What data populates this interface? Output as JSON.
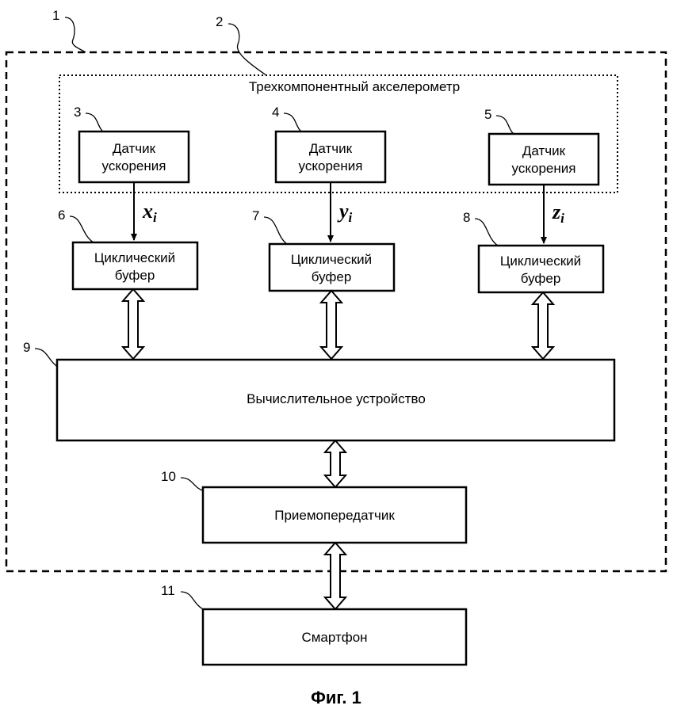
{
  "ref_numbers": {
    "r1": "1",
    "r2": "2",
    "r3": "3",
    "r4": "4",
    "r5": "5",
    "r6": "6",
    "r7": "7",
    "r8": "8",
    "r9": "9",
    "r10": "10",
    "r11": "11"
  },
  "accelerometer": {
    "title": "Трехкомпонентный акселерометр"
  },
  "sensors": [
    {
      "line1": "Датчик",
      "line2": "ускорения"
    },
    {
      "line1": "Датчик",
      "line2": "ускорения"
    },
    {
      "line1": "Датчик",
      "line2": "ускорения"
    }
  ],
  "signals": [
    {
      "base": "x",
      "sub": "i"
    },
    {
      "base": "y",
      "sub": "i"
    },
    {
      "base": "z",
      "sub": "i"
    }
  ],
  "buffers": [
    {
      "line1": "Циклический",
      "line2": "буфер"
    },
    {
      "line1": "Циклический",
      "line2": "буфер"
    },
    {
      "line1": "Циклический",
      "line2": "буфер"
    }
  ],
  "computer": {
    "label": "Вычислительное устройство"
  },
  "transceiver": {
    "label": "Приемопередатчик"
  },
  "smartphone": {
    "label": "Смартфон"
  },
  "caption": "Фиг. 1"
}
